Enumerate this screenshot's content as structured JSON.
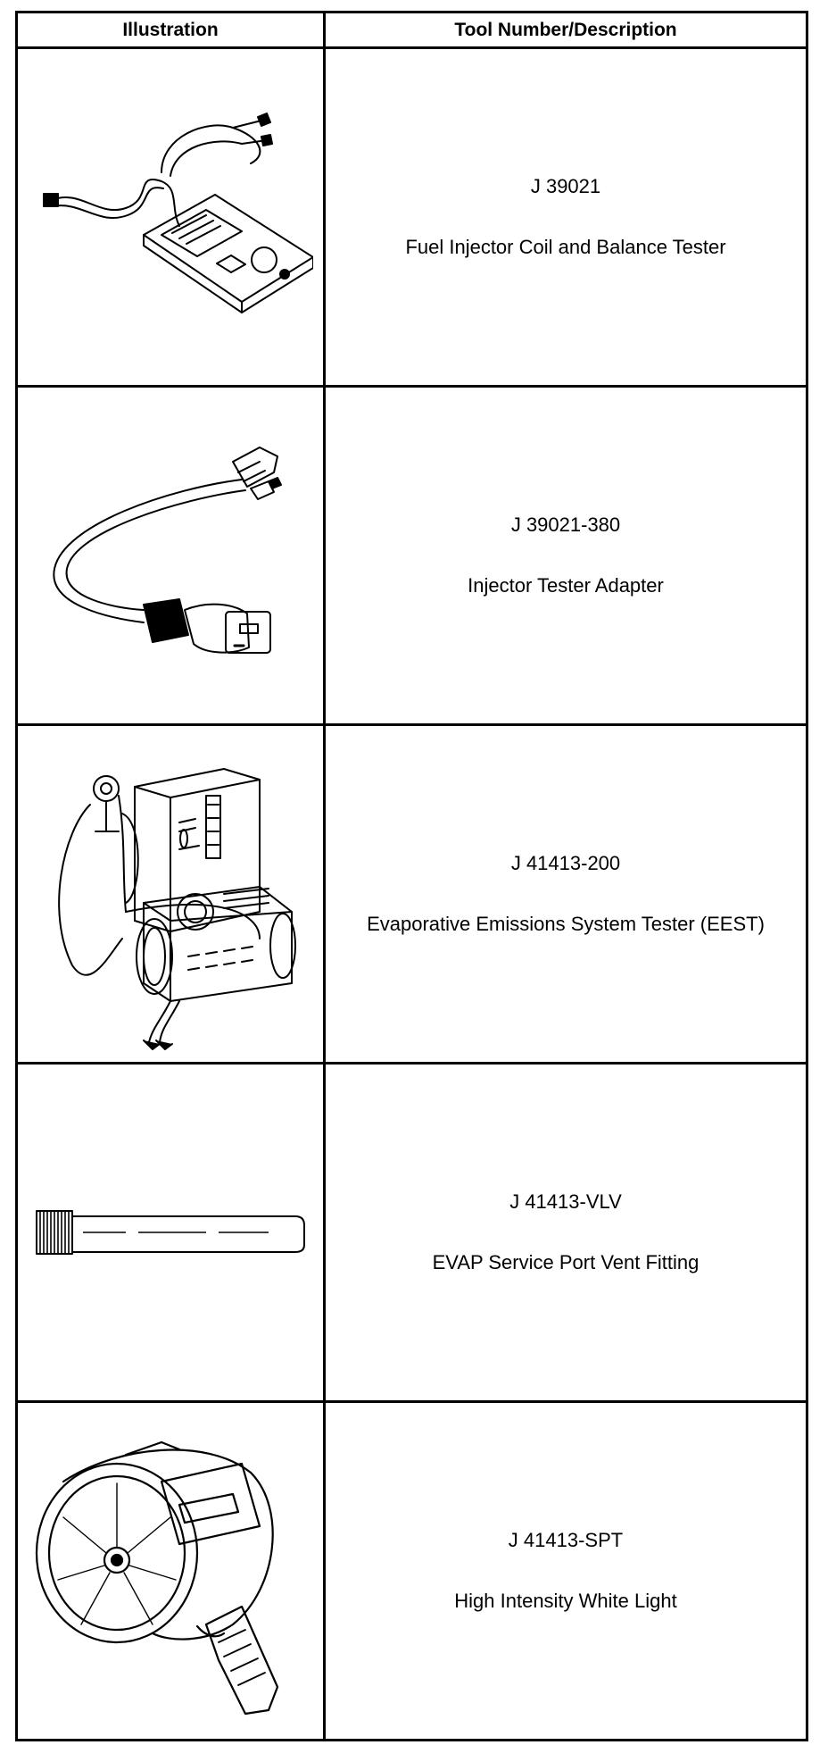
{
  "table": {
    "headers": {
      "illustration": "Illustration",
      "tool": "Tool Number/Description"
    },
    "rows": [
      {
        "tool_number": "J 39021",
        "description": "Fuel Injector Coil and Balance Tester",
        "illustration_icon": "injector-tester-icon"
      },
      {
        "tool_number": "J 39021-380",
        "description": "Injector Tester Adapter",
        "illustration_icon": "adapter-harness-icon"
      },
      {
        "tool_number": "J 41413-200",
        "description": "Evaporative Emissions System Tester (EEST)",
        "illustration_icon": "eest-cart-icon"
      },
      {
        "tool_number": "J 41413-VLV",
        "description": "EVAP Service Port Vent Fitting",
        "illustration_icon": "vent-fitting-icon"
      },
      {
        "tool_number": "J 41413-SPT",
        "description": "High Intensity White Light",
        "illustration_icon": "spotlight-icon"
      }
    ]
  },
  "colors": {
    "line": "#000000",
    "background": "#ffffff"
  }
}
